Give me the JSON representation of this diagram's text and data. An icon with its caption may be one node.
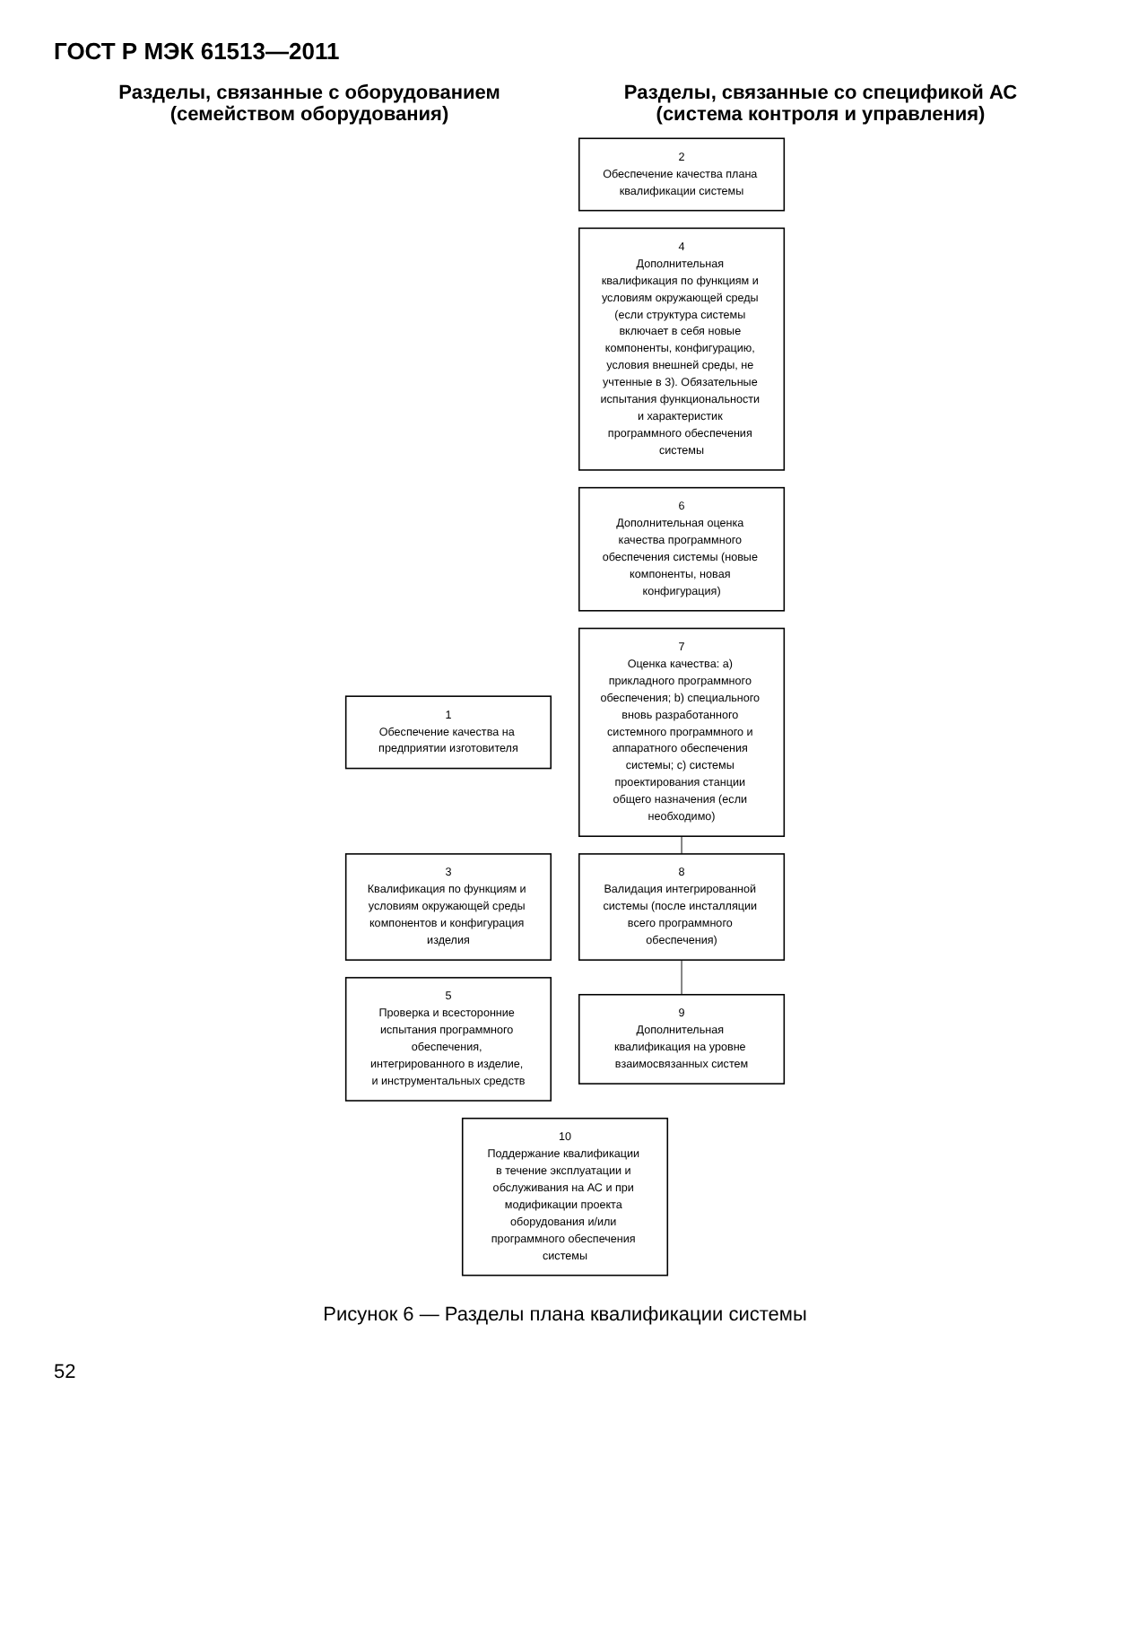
{
  "diagram": {
    "caption": "Рисунок 6 — Разделы плана квалификации системы",
    "nodes": [
      {
        "text": [
          "1",
          "Обеспечение качества на предприятии изготовителя"
        ]
      },
      {
        "text": [
          "2",
          "Обеспечение качества плана квалификации системы"
        ]
      },
      {
        "text": [
          "3",
          "Квалификация по функциям и условиям окружающей среды компонентов и конфигурация изделия"
        ]
      },
      {
        "text": [
          "4",
          "Дополнительная квалификация по функциям и условиям окружающей среды (если структура системы включает в себя новые компоненты, конфигурацию, условия внешней среды, не учтенные в 3). Обязательные испытания функциональности и характеристик программного обеспечения системы"
        ]
      },
      {
        "text": [
          "5",
          "Проверка и всесторонние испытания программного обеспечения, интегрированного в изделие, и инструментальных средств"
        ]
      },
      {
        "text": [
          "6",
          "Дополнительная оценка качества программного обеспечения системы (новые компоненты, новая конфигурация)"
        ]
      },
      {
        "text": [
          "7",
          "Оценка качества: a) прикладного программного обеспечения; b) специального вновь разработанного системного программного и аппаратного обеспечения системы; c) системы проектирования станции общего назначения (если необходимо)"
        ]
      },
      {
        "text": [
          "8",
          "Валидация интегрированной системы (после инсталляции всего программного обеспечения)"
        ]
      },
      {
        "text": [
          "9",
          "Дополнительная квалификация на уровне взаимосвязанных систем"
        ]
      },
      {
        "text": [
          "10",
          "Поддержание квалификации в течение эксплуатации и обслуживания на АС и при модификации проекта оборудования и/или программного обеспечения системы"
        ]
      }
    ],
    "edges": [
      {
        "from": 6,
        "to": 7,
        "arrow": "none"
      },
      {
        "from": 7,
        "to": 8,
        "arrow": "none"
      }
    ],
    "labels": [
      "ГОСТ Р МЭК 61513—2011",
      "Разделы, связанные с оборудованием (семейством оборудования)",
      "Разделы, связанные со спецификой АС (система контроля и управления)",
      "52"
    ]
  }
}
